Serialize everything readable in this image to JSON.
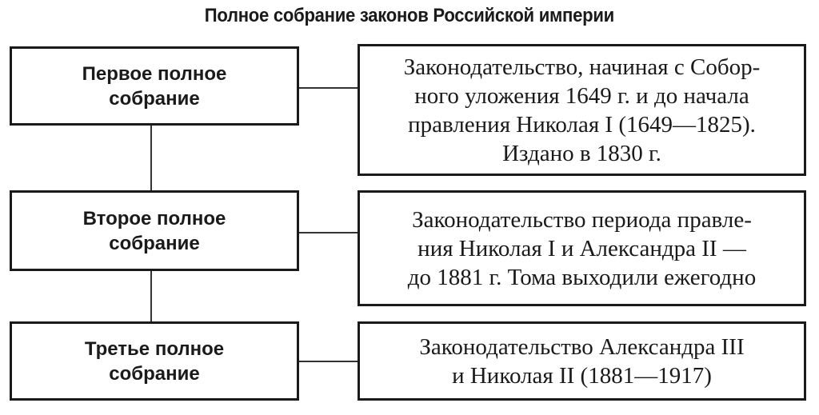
{
  "title": "Полное собрание законов Российской империи",
  "collections": [
    {
      "name": "Первое полное\nсобрание",
      "description": "Законодательство, начиная с Собор-\nного уложения 1649 г. и до начала\nправления Николая I (1649—1825).\nИздано в 1830 г."
    },
    {
      "name": "Второе полное\nсобрание",
      "description": "Законодательство периода правле-\nния Николая I и Александра II —\nдо 1881 г. Тома выходили ежегодно"
    },
    {
      "name": "Третье полное\nсобрание",
      "description": "Законодательство Александра III\nи Николая II (1881—1917)"
    }
  ]
}
